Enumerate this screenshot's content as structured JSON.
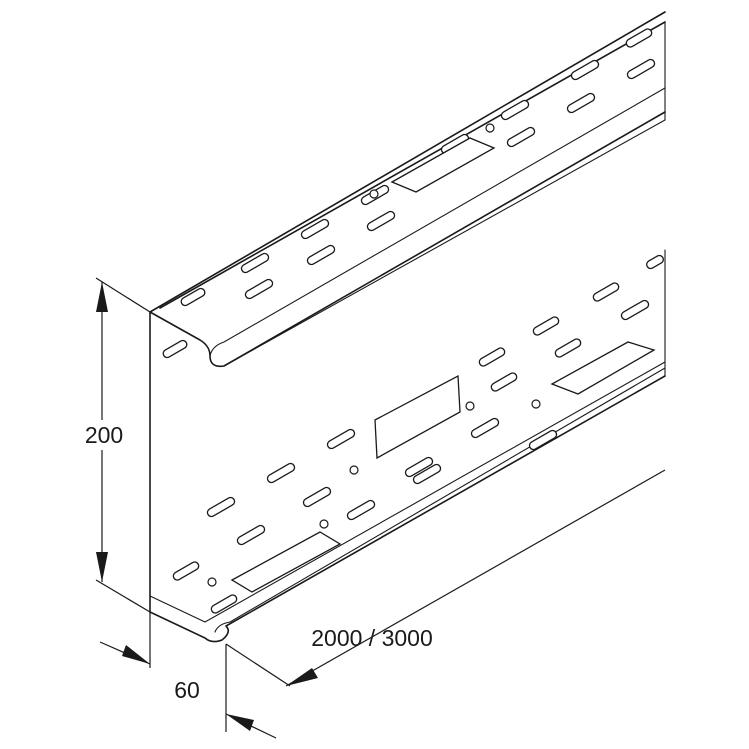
{
  "dimensions": {
    "height": "200",
    "depth": "60",
    "length": "2000 / 3000"
  }
}
